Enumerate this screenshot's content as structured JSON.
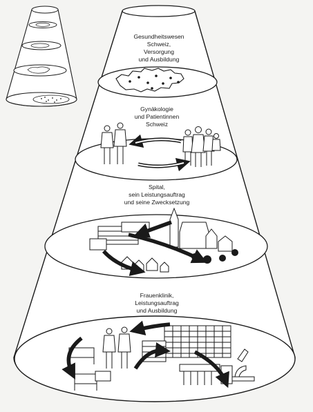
{
  "levels": [
    {
      "key": "national",
      "lines": [
        "Gesundheitswesen",
        "Schweiz,",
        "Versorgung",
        "und Ausbildung"
      ]
    },
    {
      "key": "patients",
      "lines": [
        "Gynäkologie",
        "und Patientinnen",
        "Schweiz"
      ]
    },
    {
      "key": "hospital",
      "lines": [
        "Spital,",
        "sein Leistungsauftrag",
        "und seine Zwecksetzung"
      ]
    },
    {
      "key": "clinic",
      "lines": [
        "Frauenklinik,",
        "Leistungsauftrag",
        "und Ausbildung"
      ]
    }
  ],
  "colors": {
    "ink": "#1a1a1a",
    "paper": "#f4f4f2",
    "disc": "#ffffff"
  }
}
